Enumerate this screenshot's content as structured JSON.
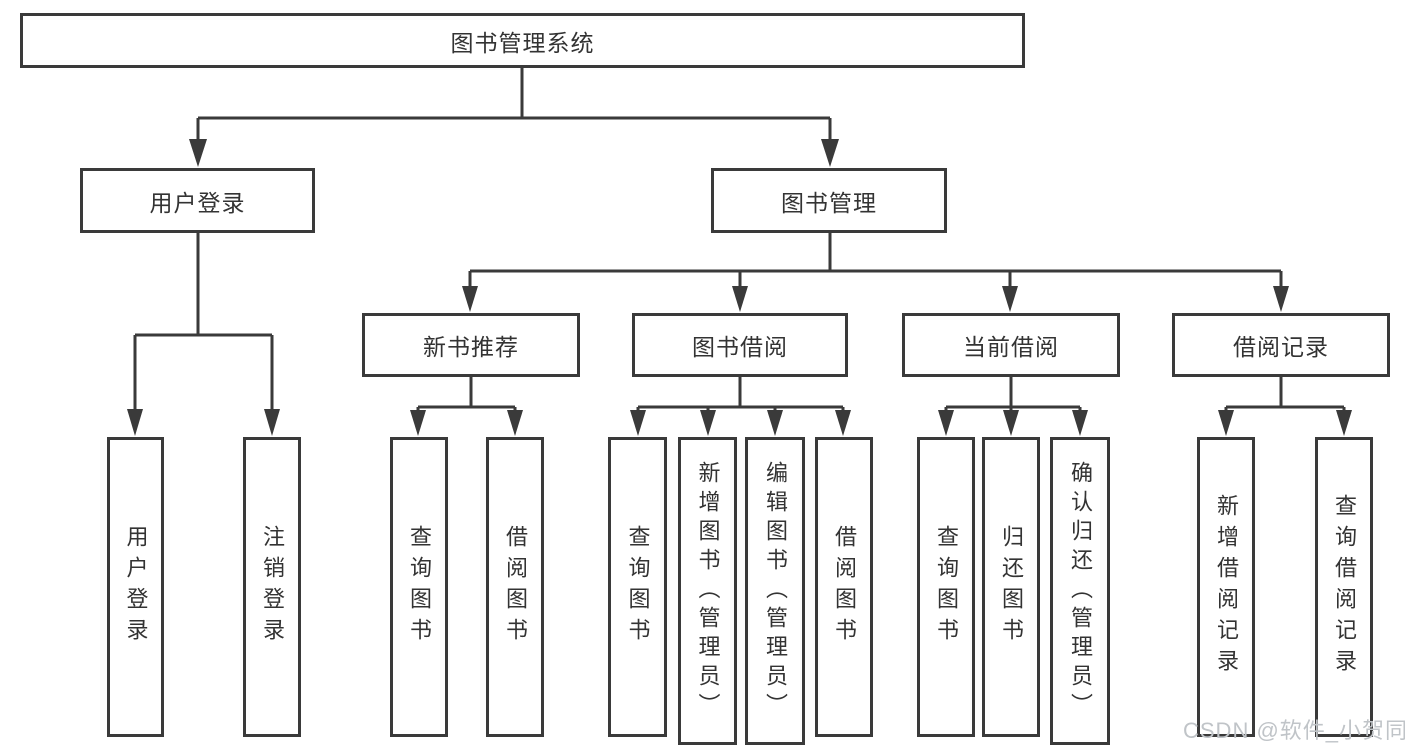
{
  "tree": {
    "label": "图书管理系统",
    "children": [
      {
        "label": "用户登录",
        "children": [
          {
            "label": "用户登录"
          },
          {
            "label": "注销登录"
          }
        ]
      },
      {
        "label": "图书管理",
        "children": [
          {
            "label": "新书推荐",
            "children": [
              {
                "label": "查询图书"
              },
              {
                "label": "借阅图书"
              }
            ]
          },
          {
            "label": "图书借阅",
            "children": [
              {
                "label": "查询图书"
              },
              {
                "label": "新增图书（管理员）"
              },
              {
                "label": "编辑图书（管理员）"
              },
              {
                "label": "借阅图书"
              }
            ]
          },
          {
            "label": "当前借阅",
            "children": [
              {
                "label": "查询图书"
              },
              {
                "label": "归还图书"
              },
              {
                "label": "确认归还（管理员）"
              }
            ]
          },
          {
            "label": "借阅记录",
            "children": [
              {
                "label": "新增借阅记录"
              },
              {
                "label": "查询借阅记录"
              }
            ]
          }
        ]
      }
    ]
  },
  "watermark": {
    "text": "CSDN @软件_小贺同学"
  },
  "colors": {
    "line": "#3a3a3a",
    "box_border": "#3a3a3a",
    "text": "#333333",
    "watermark_text": "#c0c4c8",
    "background": "#ffffff"
  }
}
